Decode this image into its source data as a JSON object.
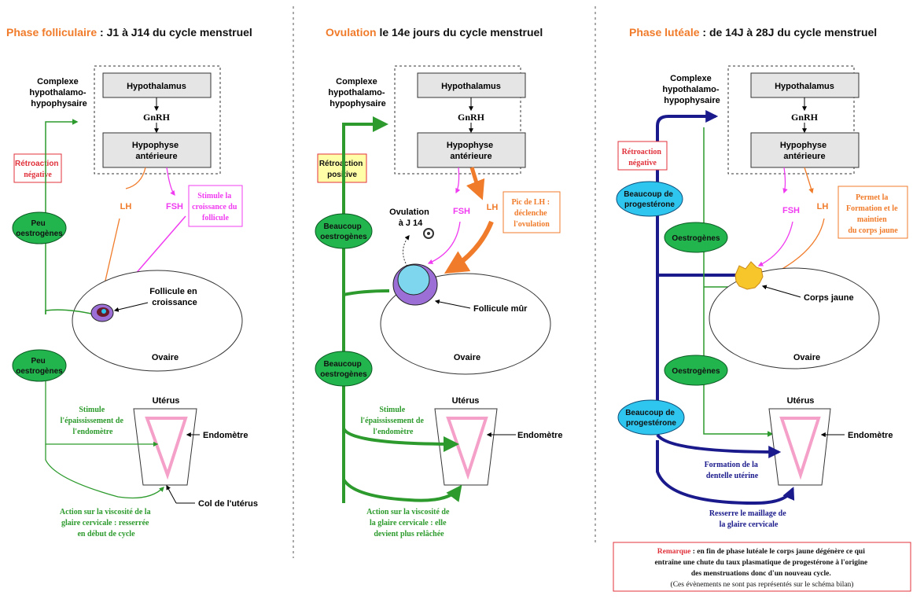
{
  "colors": {
    "orange": "#f07b2a",
    "green": "#2c9a2c",
    "magenta": "#f03cf0",
    "red": "#e0303a",
    "blue": "#1a1a8c",
    "cyan": "#2ec6ef",
    "yellow_box": "#ffffa8",
    "oval_green": "#22b54e",
    "pink": "#f5a0c8",
    "corps_jaune": "#f7c62a"
  },
  "panel1": {
    "title_colored": "Phase folliculaire",
    "title_rest": " : J1 à J14 du cycle menstruel",
    "complexe": [
      "Complexe",
      "hypothalamo-",
      "hypophysaire"
    ],
    "hypothalamus": "Hypothalamus",
    "gnrh": "GnRH",
    "hypophyse": [
      "Hypophyse",
      "antérieure"
    ],
    "retro": [
      "Rétroaction",
      "négative"
    ],
    "lh": "LH",
    "fsh": "FSH",
    "stimule": [
      "Stimule la",
      "croissance du",
      "follicule"
    ],
    "peu1": [
      "Peu",
      "oestrogènes"
    ],
    "peu2": [
      "Peu",
      "oestrogènes"
    ],
    "follicule": [
      "Follicule en",
      "croissance"
    ],
    "ovaire": "Ovaire",
    "uterus": "Utérus",
    "endometre": "Endomètre",
    "stimule_endo": [
      "Stimule",
      "l'épaississement de",
      "l'endomètre"
    ],
    "col": "Col de l'utérus",
    "action": [
      "Action sur la viscosité de la",
      "glaire cervicale : resserrée",
      "en début de cycle"
    ]
  },
  "panel2": {
    "title_colored": "Ovulation",
    "title_rest": " le 14e jours du cycle menstruel",
    "complexe": [
      "Complexe",
      "hypothalamo-",
      "hypophysaire"
    ],
    "hypothalamus": "Hypothalamus",
    "gnrh": "GnRH",
    "hypophyse": [
      "Hypophyse",
      "antérieure"
    ],
    "retro": [
      "Rétroaction",
      "positive"
    ],
    "fsh": "FSH",
    "lh": "LH",
    "pic": [
      "Pic de LH :",
      "déclenche",
      "l'ovulation"
    ],
    "ovulation": [
      "Ovulation",
      "à J 14"
    ],
    "beaucoup1": [
      "Beaucoup",
      "oestrogènes"
    ],
    "beaucoup2": [
      "Beaucoup",
      "oestrogènes"
    ],
    "follicule": "Follicule mûr",
    "ovaire": "Ovaire",
    "uterus": "Utérus",
    "endometre": "Endomètre",
    "stimule_endo": [
      "Stimule",
      "l'épaississement de",
      "l'endomètre"
    ],
    "action": [
      "Action sur la viscosité de",
      "la glaire cervicale : elle",
      "devient plus relâchée"
    ]
  },
  "panel3": {
    "title_colored": "Phase lutéale",
    "title_rest": " : de 14J à 28J du cycle menstruel",
    "complexe": [
      "Complexe",
      "hypothalamo-",
      "hypophysaire"
    ],
    "hypothalamus": "Hypothalamus",
    "gnrh": "GnRH",
    "hypophyse": [
      "Hypophyse",
      "antérieure"
    ],
    "retro": [
      "Rétroaction",
      "négative"
    ],
    "prog1": [
      "Beaucoup de",
      "progestérone"
    ],
    "prog2": [
      "Beaucoup de",
      "progestérone"
    ],
    "fsh": "FSH",
    "lh": "LH",
    "permet": [
      "Permet la",
      "Formation et le",
      "maintien",
      "du corps jaune"
    ],
    "oestro1": "Oestrogènes",
    "oestro2": "Oestrogènes",
    "corps": "Corps jaune",
    "ovaire": "Ovaire",
    "uterus": "Utérus",
    "endometre": "Endomètre",
    "formation": [
      "Formation de la",
      "dentelle utérine"
    ],
    "resserre": [
      "Resserre le maillage de",
      "la glaire cervicale"
    ],
    "remarque_bold": "Remarque",
    "remarque_l1": " : en fin de phase lutéale le corps jaune dégénère ce qui",
    "remarque_l2": "entraîne une chute du taux plasmatique de progestérone à l'origine",
    "remarque_l3": "des menstruations donc d'un nouveau cycle.",
    "remarque_l4": "(Ces évènements ne sont pas représentés sur le schéma bilan)"
  }
}
